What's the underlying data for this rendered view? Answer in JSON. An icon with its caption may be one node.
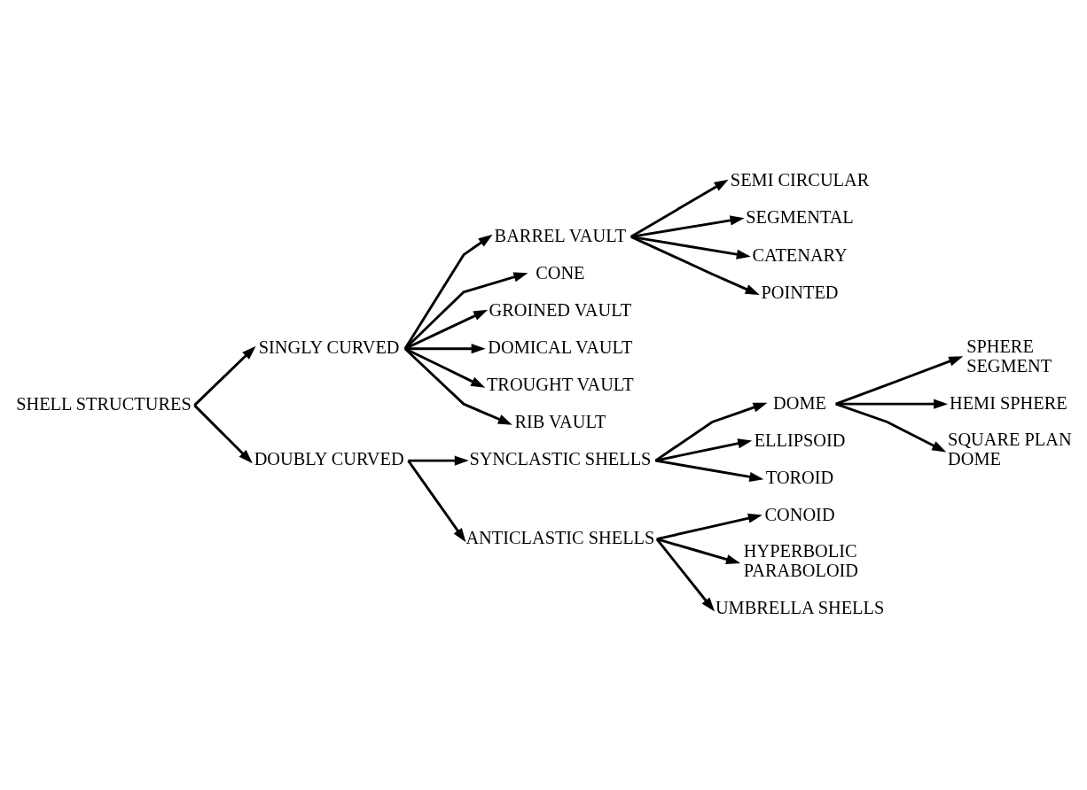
{
  "diagram": {
    "nodes": [
      {
        "text": [
          "SHELL STRUCTURES"
        ]
      },
      {
        "text": [
          "SINGLY CURVED"
        ]
      },
      {
        "text": [
          "DOUBLY CURVED"
        ]
      },
      {
        "text": [
          "BARREL VAULT"
        ]
      },
      {
        "text": [
          "CONE"
        ]
      },
      {
        "text": [
          "GROINED VAULT"
        ]
      },
      {
        "text": [
          "DOMICAL VAULT"
        ]
      },
      {
        "text": [
          "TROUGHT VAULT"
        ]
      },
      {
        "text": [
          "RIB VAULT"
        ]
      },
      {
        "text": [
          "SEMI CIRCULAR"
        ]
      },
      {
        "text": [
          "SEGMENTAL"
        ]
      },
      {
        "text": [
          "CATENARY"
        ]
      },
      {
        "text": [
          "POINTED"
        ]
      },
      {
        "text": [
          "SYNCLASTIC SHELLS"
        ]
      },
      {
        "text": [
          "ANTICLASTIC SHELLS"
        ]
      },
      {
        "text": [
          "DOME"
        ]
      },
      {
        "text": [
          "ELLIPSOID"
        ]
      },
      {
        "text": [
          "TOROID"
        ]
      },
      {
        "text": [
          "SPHERE SEGMENT"
        ]
      },
      {
        "text": [
          "HEMI SPHERE"
        ]
      },
      {
        "text": [
          "SQUARE PLAN DOME"
        ]
      },
      {
        "text": [
          "CONOID"
        ]
      },
      {
        "text": [
          "HYPERBOLIC PARABOLOID"
        ]
      },
      {
        "text": [
          "UMBRELLA SHELLS"
        ]
      }
    ],
    "edges": [
      {
        "from": 0,
        "to": 1,
        "arrow": "to"
      },
      {
        "from": 0,
        "to": 2,
        "arrow": "to"
      },
      {
        "from": 1,
        "to": 3,
        "arrow": "to"
      },
      {
        "from": 1,
        "to": 4,
        "arrow": "to"
      },
      {
        "from": 1,
        "to": 5,
        "arrow": "to"
      },
      {
        "from": 1,
        "to": 6,
        "arrow": "to"
      },
      {
        "from": 1,
        "to": 7,
        "arrow": "to"
      },
      {
        "from": 1,
        "to": 8,
        "arrow": "to"
      },
      {
        "from": 3,
        "to": 9,
        "arrow": "to"
      },
      {
        "from": 3,
        "to": 10,
        "arrow": "to"
      },
      {
        "from": 3,
        "to": 11,
        "arrow": "to"
      },
      {
        "from": 3,
        "to": 12,
        "arrow": "to"
      },
      {
        "from": 2,
        "to": 13,
        "arrow": "to"
      },
      {
        "from": 2,
        "to": 14,
        "arrow": "to"
      },
      {
        "from": 13,
        "to": 15,
        "arrow": "to"
      },
      {
        "from": 13,
        "to": 16,
        "arrow": "to"
      },
      {
        "from": 13,
        "to": 17,
        "arrow": "to"
      },
      {
        "from": 15,
        "to": 18,
        "arrow": "to"
      },
      {
        "from": 15,
        "to": 19,
        "arrow": "to"
      },
      {
        "from": 15,
        "to": 20,
        "arrow": "to"
      },
      {
        "from": 14,
        "to": 21,
        "arrow": "to"
      },
      {
        "from": 14,
        "to": 22,
        "arrow": "to"
      },
      {
        "from": 14,
        "to": 23,
        "arrow": "to"
      }
    ]
  }
}
